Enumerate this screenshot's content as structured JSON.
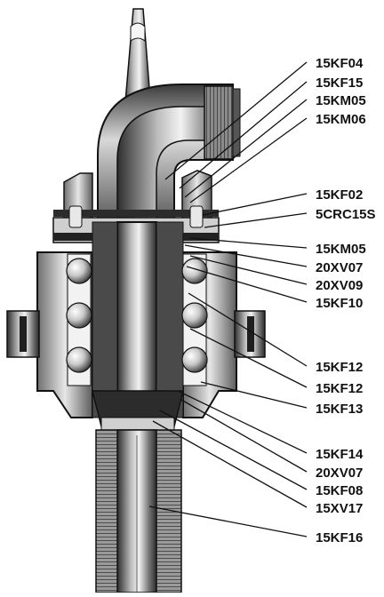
{
  "diagram": {
    "callout_labels": [
      "15KF04",
      "15KF15",
      "15KM05",
      "15KM06",
      "15KF02",
      "5CRC15S",
      "15KM05",
      "20XV07",
      "20XV09",
      "15KF10",
      "15KF12",
      "15KF12",
      "15KF13",
      "15KF14",
      "20XV07",
      "15KF08",
      "15XV17",
      "15KF16"
    ],
    "colors": {
      "ink": "#111111",
      "dark_metal": "#3a3a3a",
      "mid_metal": "#8f8f8f",
      "light_metal": "#d9d9d9",
      "highlight": "#f4f4f4",
      "background": "#ffffff"
    }
  }
}
